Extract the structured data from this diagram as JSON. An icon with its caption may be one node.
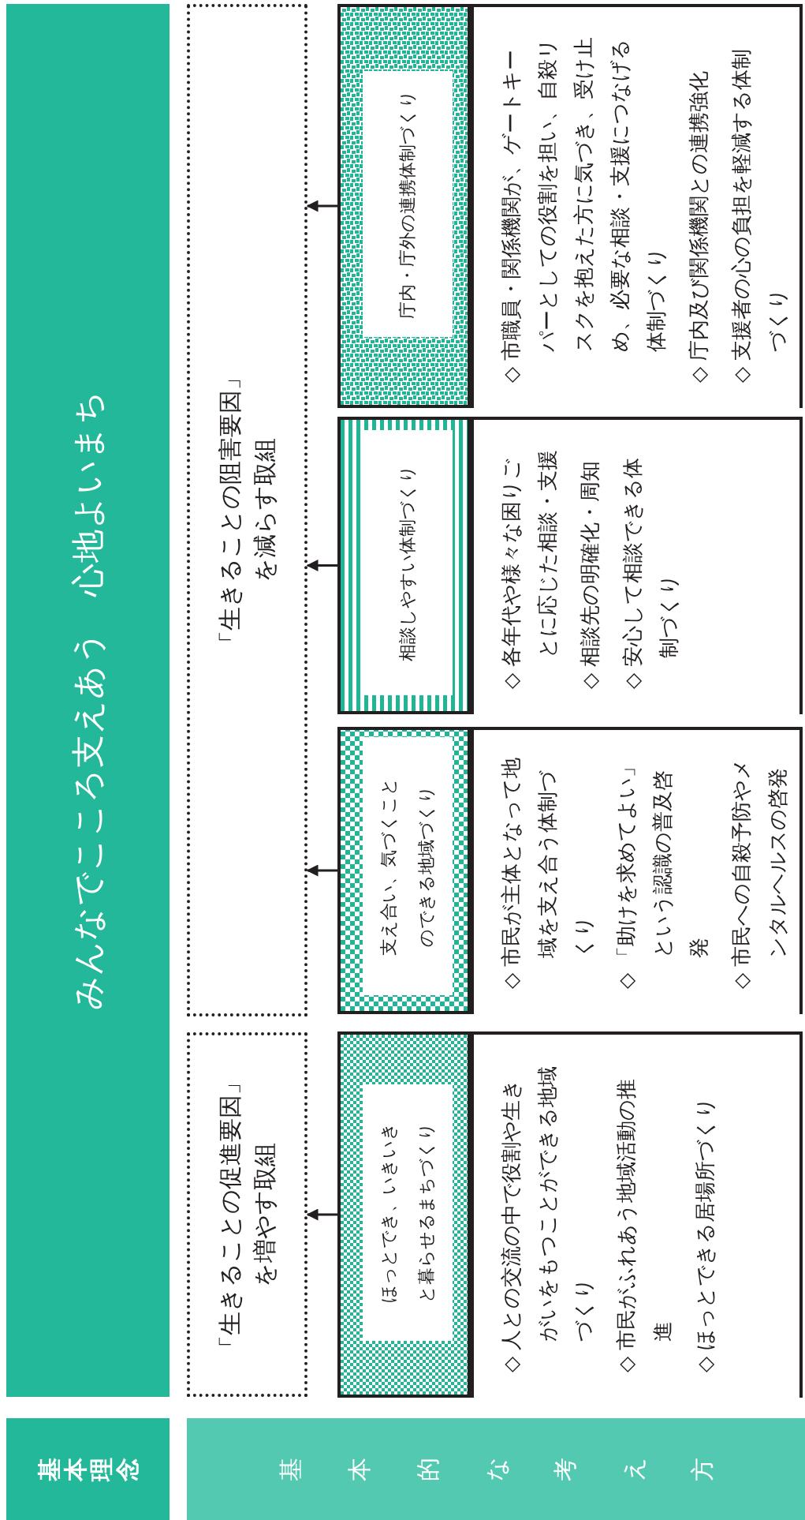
{
  "diagram": {
    "nodes": [
      {
        "text": [
          "基本理念"
        ]
      },
      {
        "text": [
          "基本的な考え方"
        ]
      },
      {
        "text": [
          "みんなでこころ支えあう　心地よいまち"
        ]
      },
      {
        "text": [
          "「生きることの促進要因」を増やす取組"
        ]
      },
      {
        "text": [
          "「生きることの阻害要因」を減らす取組"
        ]
      },
      {
        "text": [
          "ほっとでき、いきいきと暮らせるまちづくり"
        ]
      },
      {
        "text": [
          "◇ 人との交流の中で役割や生きがいをもつことができる地域づくり",
          "◇ 市民がふれあう地域活動の推進",
          "◇ ほっとできる居場所づくり"
        ]
      },
      {
        "text": [
          "支え合い、気づくことのできる地域づくり"
        ]
      },
      {
        "text": [
          "◇ 市民が主体となって地域を支え合う体制づくり",
          "◇ 「助けを求めてよい」という認識の普及啓発",
          "◇ 市民への自殺予防やメンタルヘルスの啓発"
        ]
      },
      {
        "text": [
          "相談しやすい体制づくり"
        ]
      },
      {
        "text": [
          "◇ 各年代や様々な困りごとに応じた相談・支援",
          "◇ 相談先の明確化・周知",
          "◇ 安心して相談できる体制づくり"
        ]
      },
      {
        "text": [
          "庁内・庁外の連携体制づくり"
        ]
      },
      {
        "text": [
          "◇ 市職員・関係機関が、ゲートキーパーとしての役割を担い、自殺リスクを抱えた方に気づき、受け止め、必要な相談・支援につなげる体制づくり",
          "◇ 庁内及び関係機関との連携強化",
          "◇ 支援者の心の負担を軽減する体制づくり"
        ]
      }
    ],
    "edges": [
      {
        "from": 5,
        "to": 3,
        "arrow": "to"
      },
      {
        "from": 7,
        "to": 4,
        "arrow": "to"
      },
      {
        "from": 9,
        "to": 4,
        "arrow": "to"
      },
      {
        "from": 11,
        "to": 4,
        "arrow": "to"
      }
    ]
  }
}
